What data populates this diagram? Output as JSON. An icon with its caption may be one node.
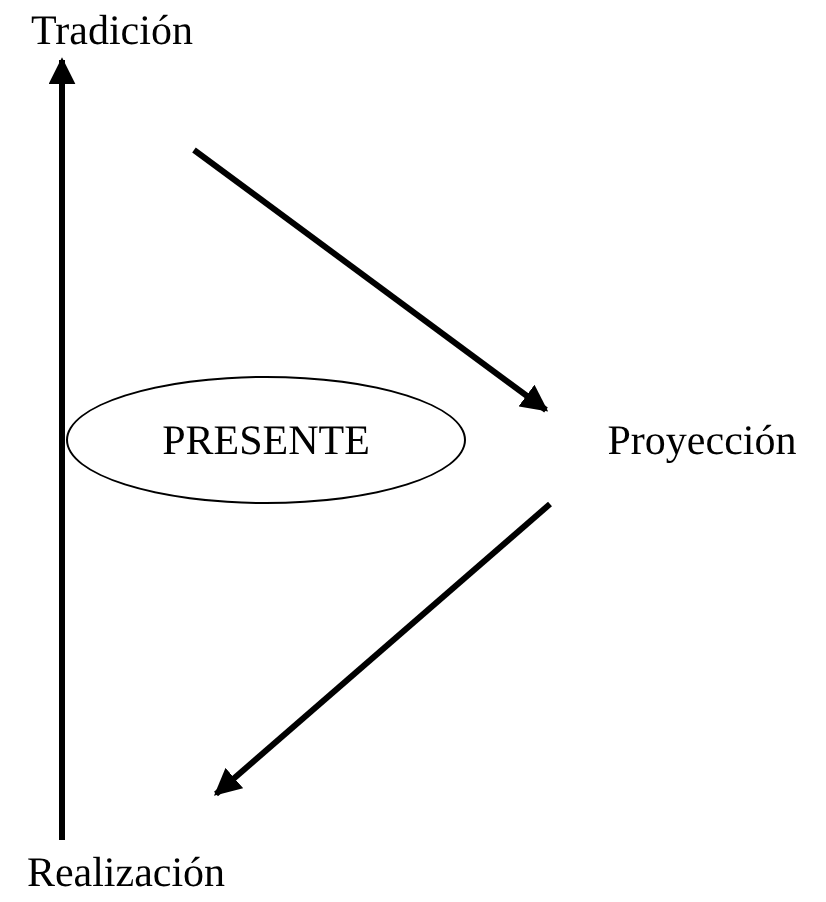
{
  "diagram": {
    "nodes": [
      {
        "text": [
          "Tradición"
        ]
      },
      {
        "text": [
          "Proyección"
        ]
      },
      {
        "text": [
          "Realización"
        ]
      },
      {
        "text": [
          "PRESENTE"
        ]
      }
    ],
    "edges": [
      {
        "from": 2,
        "to": 0,
        "arrow": "to"
      },
      {
        "from": 0,
        "to": 1,
        "arrow": "to"
      },
      {
        "from": 1,
        "to": 2,
        "arrow": "to"
      }
    ]
  }
}
